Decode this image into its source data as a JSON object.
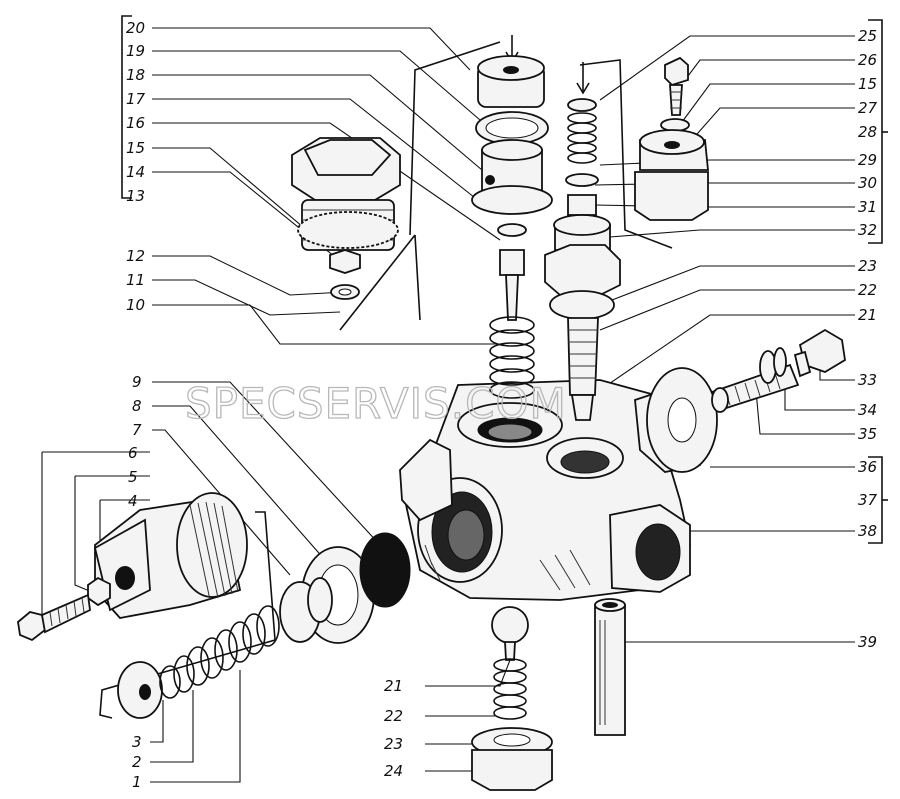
{
  "watermark": "SPECSERVIS.COM",
  "labels": {
    "l1": "1",
    "l2": "2",
    "l3": "3",
    "l4": "4",
    "l5": "5",
    "l6": "6",
    "l7": "7",
    "l8": "8",
    "l9": "9",
    "l10": "10",
    "l11": "11",
    "l12": "12",
    "l13": "13",
    "l14": "14",
    "l15a": "15",
    "l16": "16",
    "l17": "17",
    "l18": "18",
    "l19": "19",
    "l20": "20",
    "l21a": "21",
    "l22a": "22",
    "l23a": "23",
    "l25": "25",
    "l26": "26",
    "l15b": "15",
    "l27": "27",
    "l28": "28",
    "l29": "29",
    "l30": "30",
    "l31": "31",
    "l32": "32",
    "l33": "33",
    "l34": "34",
    "l35": "35",
    "l36": "36",
    "l37": "37",
    "l38": "38",
    "l39": "39",
    "l21b": "21",
    "l22b": "22",
    "l23b": "23",
    "l24": "24"
  }
}
